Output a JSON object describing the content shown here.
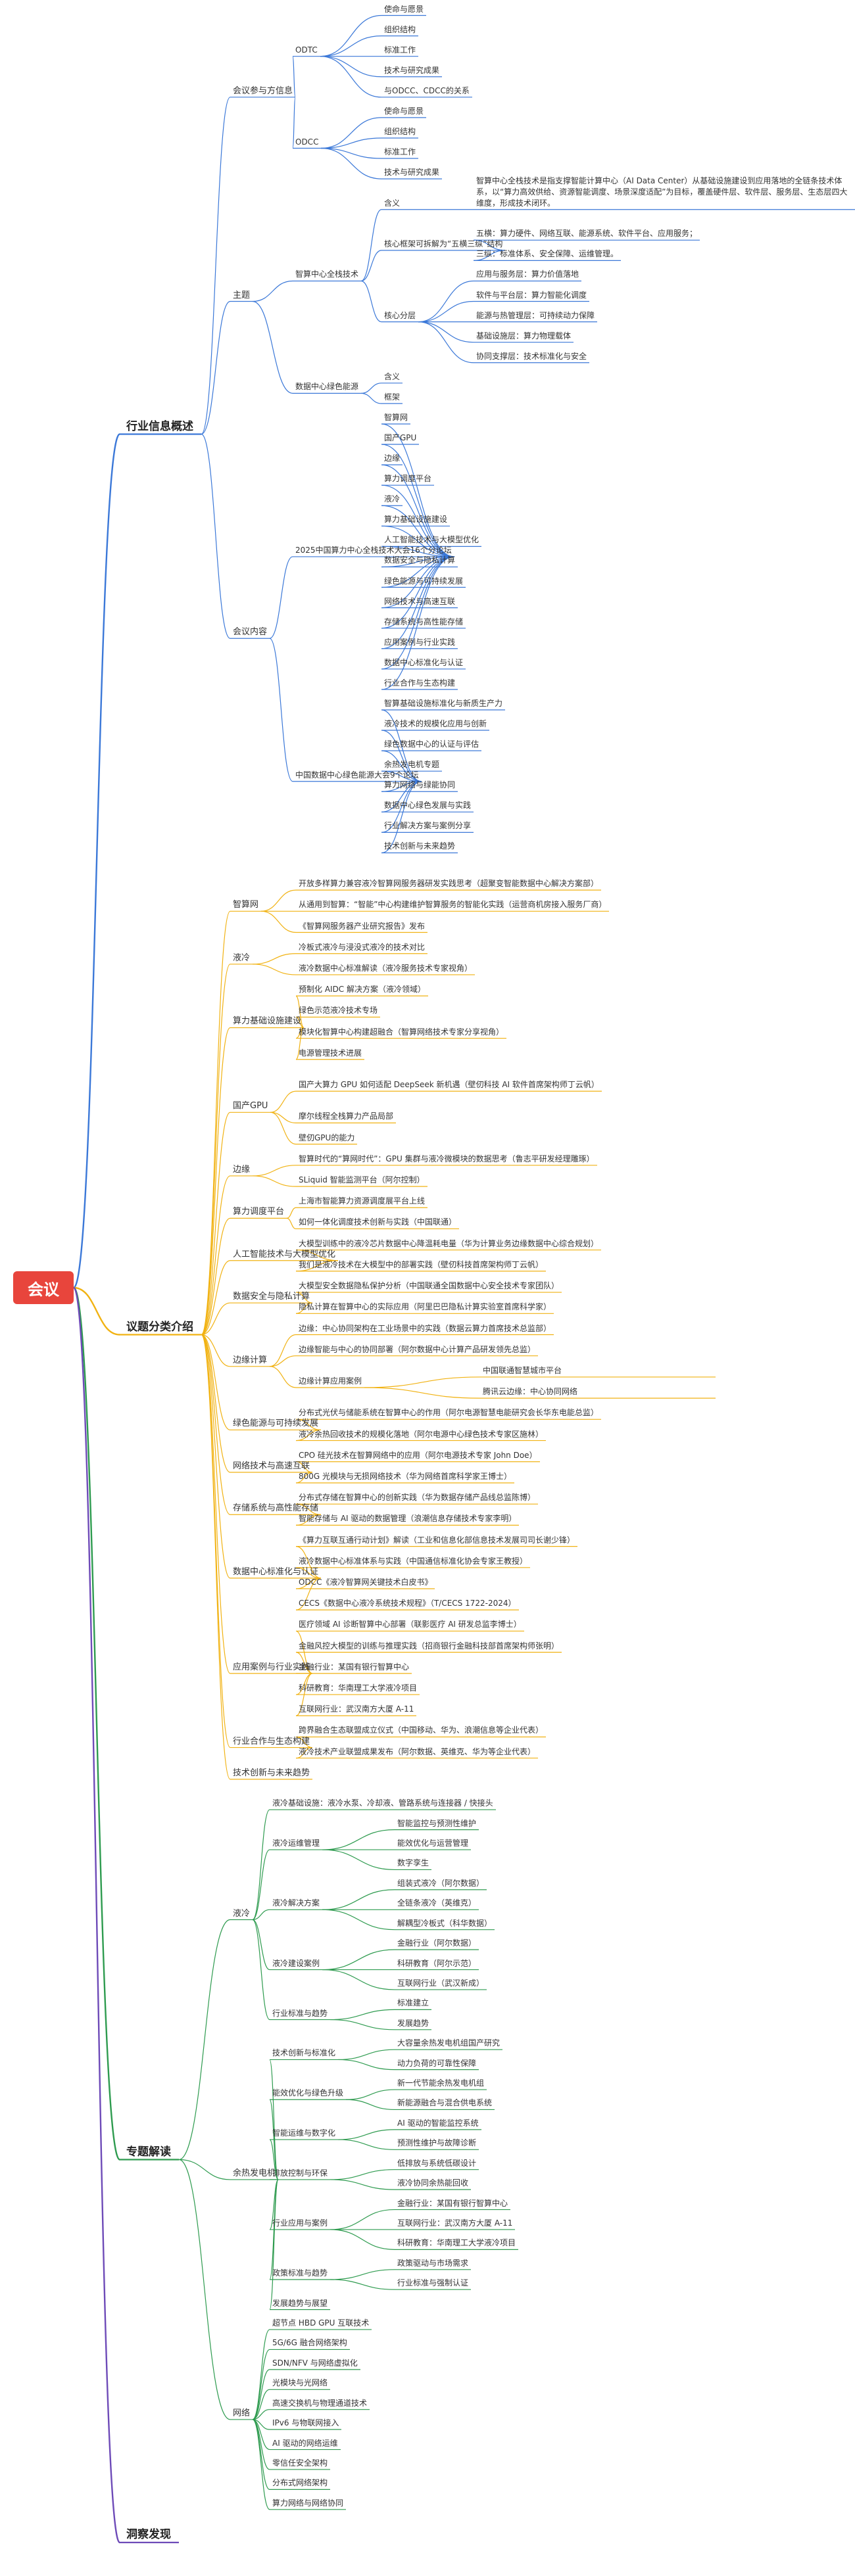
{
  "root": "会议",
  "branches": [
    {
      "id": "b1",
      "title": "行业信息概述",
      "color": "#3b78d8",
      "children": [
        {
          "t": "会议参与方信息",
          "c": [
            {
              "t": "ODTC",
              "c": [
                {
                  "t": "使命与愿景"
                },
                {
                  "t": "组织结构"
                },
                {
                  "t": "标准工作"
                },
                {
                  "t": "技术与研究成果"
                },
                {
                  "t": "与ODCC、CDCC的关系"
                }
              ]
            },
            {
              "t": "ODCC",
              "c": [
                {
                  "t": "使命与愿景"
                },
                {
                  "t": "组织结构"
                },
                {
                  "t": "标准工作"
                },
                {
                  "t": "技术与研究成果"
                }
              ]
            }
          ]
        },
        {
          "t": "主题",
          "c": [
            {
              "t": "智算中心全栈技术",
              "c": [
                {
                  "t": "含义",
                  "c": [
                    {
                      "t": "智算中心全栈技术是指支撑智能计算中心（AI Data Center）从基础设施建设到应用落地的全链条技术体系，以“算力高效供给、资源智能调度、场景深度适配”为目标，覆盖硬件层、软件层、服务层、生态层四大维度，形成技术闭环。"
                    }
                  ]
                },
                {
                  "t": "核心框架可拆解为“五横三纵”结构",
                  "c": [
                    {
                      "t": "五横：算力硬件、网络互联、能源系统、软件平台、应用服务；"
                    },
                    {
                      "t": "三纵：标准体系、安全保障、运维管理。"
                    }
                  ]
                },
                {
                  "t": "核心分层",
                  "c": [
                    {
                      "t": "应用与服务层：算力价值落地"
                    },
                    {
                      "t": "软件与平台层：算力智能化调度"
                    },
                    {
                      "t": "能源与热管理层：可持续动力保障"
                    },
                    {
                      "t": "基础设施层：算力物理载体"
                    },
                    {
                      "t": "协同支撑层：技术标准化与安全"
                    }
                  ]
                }
              ]
            },
            {
              "t": "数据中心绿色能源",
              "c": [
                {
                  "t": "含义"
                },
                {
                  "t": "框架"
                }
              ]
            }
          ]
        },
        {
          "t": "会议内容",
          "c": [
            {
              "t": "2025中国算力中心全栈技术大会16个分论坛",
              "c": [
                {
                  "t": "智算网"
                },
                {
                  "t": "国产GPU"
                },
                {
                  "t": "边缘"
                },
                {
                  "t": "算力调度平台"
                },
                {
                  "t": "液冷"
                },
                {
                  "t": "算力基础设施建设"
                },
                {
                  "t": "人工智能技术与大模型优化"
                },
                {
                  "t": "数据安全与隐私计算"
                },
                {
                  "t": "绿色能源与可持续发展"
                },
                {
                  "t": "网络技术与高速互联"
                },
                {
                  "t": "存储系统与高性能存储"
                },
                {
                  "t": "应用案例与行业实践"
                },
                {
                  "t": "数据中心标准化与认证"
                },
                {
                  "t": "行业合作与生态构建"
                }
              ]
            },
            {
              "t": "中国数据中心绿色能源大会9个论坛",
              "c": [
                {
                  "t": "智算基础设施标准化与新质生产力"
                },
                {
                  "t": "液冷技术的规模化应用与创新"
                },
                {
                  "t": "绿色数据中心的认证与评估"
                },
                {
                  "t": "余热发电机专题"
                },
                {
                  "t": "算力网络与绿能协同"
                },
                {
                  "t": "数据中心绿色发展与实践"
                },
                {
                  "t": "行业解决方案与案例分享"
                },
                {
                  "t": "技术创新与未来趋势"
                }
              ]
            }
          ]
        }
      ]
    },
    {
      "id": "b2",
      "title": "议题分类介绍",
      "color": "#f1b212",
      "children": [
        {
          "t": "智算网",
          "c": [
            {
              "t": "开放多样算力兼容液冷智算网服务器研发实践思考（超聚变智能数据中心解决方案部）"
            },
            {
              "t": "从通用到智算：“智能”中心构建维护智算服务的智能化实践（运营商机房接入服务厂商）"
            },
            {
              "t": "《智算网服务器产业研究报告》发布"
            }
          ]
        },
        {
          "t": "液冷",
          "c": [
            {
              "t": "冷板式液冷与浸没式液冷的技术对比"
            },
            {
              "t": "液冷数据中心标准解读（液冷服务技术专家视角）"
            }
          ]
        },
        {
          "t": "算力基础设施建设",
          "c": [
            {
              "t": "预制化 AIDC 解决方案（液冷领域）"
            },
            {
              "t": "绿色示范液冷技术专场"
            },
            {
              "t": "模块化智算中心构建超融合（智算网络技术专家分享视角）"
            },
            {
              "t": "电源管理技术进展"
            }
          ]
        },
        {
          "t": "国产GPU",
          "c": [
            {
              "t": "国产大算力 GPU 如何适配 DeepSeek 新机遇（壁仞科技 AI 软件首席架构师丁云帆）"
            },
            {
              "t": "摩尔线程全栈算力产品局部"
            },
            {
              "t": "壁仞GPU的能力"
            }
          ]
        },
        {
          "t": "边缘",
          "c": [
            {
              "t": "智算时代的“算网时代”：GPU 集群与液冷微模块的数据思考（鲁志平研发经理雕琢）"
            },
            {
              "t": "SLiquid 智能监测平台（阿尔控制）"
            }
          ]
        },
        {
          "t": "算力调度平台",
          "c": [
            {
              "t": "上海市智能算力资源调度展平台上线"
            },
            {
              "t": "如何一体化调度技术创新与实践（中国联通）"
            }
          ]
        },
        {
          "t": "人工智能技术与大模型优化",
          "c": [
            {
              "t": "大模型训练中的液冷芯片数据中心降温耗电量（华为计算业务边缘数据中心综合规划）"
            },
            {
              "t": "我们是液冷技术在大模型中的部署实践（壁仞科技首席架构师丁云帆）"
            }
          ]
        },
        {
          "t": "数据安全与隐私计算",
          "c": [
            {
              "t": "大模型安全数据隐私保护分析（中国联通全国数据中心安全技术专家团队）"
            },
            {
              "t": "隐私计算在智算中心的实际应用（阿里巴巴隐私计算实验室首席科学家）"
            }
          ]
        },
        {
          "t": "边缘计算",
          "c": [
            {
              "t": "边缘：中心协同架构在工业场景中的实践（数据云算力首席技术总监部）"
            },
            {
              "t": "边缘智能与中心的协同部署（阿尔数据中心计算产品研发领先总监）"
            },
            {
              "t": "边缘计算应用案例",
              "c": [
                {
                  "t": "中国联通智慧城市平台"
                },
                {
                  "t": "腾讯云边缘：中心协同网络"
                }
              ]
            }
          ]
        },
        {
          "t": "绿色能源与可持续发展",
          "c": [
            {
              "t": "分布式光伏与储能系统在智算中心的作用（阿尔电源智慧电能研究会长华东电能总监）"
            },
            {
              "t": "液冷余热回收技术的规模化落地（阿尔电源中心绿色技术专家区施林）"
            }
          ]
        },
        {
          "t": "网络技术与高速互联",
          "c": [
            {
              "t": "CPO 硅光技术在智算网络中的应用（阿尔电源技术专家 John Doe）"
            },
            {
              "t": "800G 光模块与无损网络技术（华为网络首席科学家王博士）"
            }
          ]
        },
        {
          "t": "存储系统与高性能存储",
          "c": [
            {
              "t": "分布式存储在智算中心的创新实践（华为数据存储产品线总监陈博）"
            },
            {
              "t": "智能存储与 AI 驱动的数据管理（浪潮信息存储技术专家李明）"
            }
          ]
        },
        {
          "t": "数据中心标准化与认证",
          "c": [
            {
              "t": "《算力互联互通行动计划》解读（工业和信息化部信息技术发展司司长谢少锋）"
            },
            {
              "t": "液冷数据中心标准体系与实践（中国通信标准化协会专家王教授）"
            },
            {
              "t": "ODCC《液冷智算网关键技术白皮书》"
            },
            {
              "t": "CECS《数据中心液冷系统技术规程》（T/CECS 1722-2024）"
            }
          ]
        },
        {
          "t": "应用案例与行业实践",
          "c": [
            {
              "t": "医疗领域 AI 诊断智算中心部署（联影医疗 AI 研发总监李博士）"
            },
            {
              "t": "金融风控大模型的训练与推理实践（招商银行金融科技部首席架构师张明）"
            },
            {
              "t": "金融行业：某国有银行智算中心"
            },
            {
              "t": "科研教育：华南理工大学液冷项目"
            },
            {
              "t": "互联网行业：武汉南方大厦 A-11"
            }
          ]
        },
        {
          "t": "行业合作与生态构建",
          "c": [
            {
              "t": "跨界融合生态联盟成立仪式（中国移动、华为、浪潮信息等企业代表）"
            },
            {
              "t": "液冷技术产业联盟成果发布（阿尔数据、英维克、华为等企业代表）"
            }
          ]
        },
        {
          "t": "技术创新与未来趋势"
        }
      ]
    },
    {
      "id": "b3",
      "title": "专题解读",
      "color": "#2e9b4f",
      "children": [
        {
          "t": "液冷",
          "c": [
            {
              "t": "液冷基础设施：液冷水泵、冷却液、管路系统与连接器 / 快接头"
            },
            {
              "t": "液冷运维管理",
              "c": [
                {
                  "t": "智能监控与预测性维护"
                },
                {
                  "t": "能效优化与运营管理"
                },
                {
                  "t": "数字孪生"
                }
              ]
            },
            {
              "t": "液冷解决方案",
              "c": [
                {
                  "t": "组装式液冷（阿尔数据）"
                },
                {
                  "t": "全链条液冷（英维克）"
                },
                {
                  "t": "解耦型冷板式（科华数据）"
                }
              ]
            },
            {
              "t": "液冷建设案例",
              "c": [
                {
                  "t": "金融行业（阿尔数据）"
                },
                {
                  "t": "科研教育（阿尔示范）"
                },
                {
                  "t": "互联网行业（武汉新成）"
                }
              ]
            },
            {
              "t": "行业标准与趋势",
              "c": [
                {
                  "t": "标准建立"
                },
                {
                  "t": "发展趋势"
                }
              ]
            }
          ]
        },
        {
          "t": "余热发电机",
          "c": [
            {
              "t": "技术创新与标准化",
              "c": [
                {
                  "t": "大容量余热发电机组国产研究"
                },
                {
                  "t": "动力负荷的可靠性保障"
                }
              ]
            },
            {
              "t": "能效优化与绿色升级",
              "c": [
                {
                  "t": "新一代节能余热发电机组"
                },
                {
                  "t": "新能源融合与混合供电系统"
                }
              ]
            },
            {
              "t": "智能运维与数字化",
              "c": [
                {
                  "t": "AI 驱动的智能监控系统"
                },
                {
                  "t": "预测性维护与故障诊断"
                }
              ]
            },
            {
              "t": "排放控制与环保",
              "c": [
                {
                  "t": "低排放与系统低碳设计"
                },
                {
                  "t": "液冷协同余热能回收"
                }
              ]
            },
            {
              "t": "行业应用与案例",
              "c": [
                {
                  "t": "金融行业：某国有银行智算中心"
                },
                {
                  "t": "互联网行业：武汉南方大厦 A-11"
                },
                {
                  "t": "科研教育：华南理工大学液冷项目"
                }
              ]
            },
            {
              "t": "政策标准与趋势",
              "c": [
                {
                  "t": "政策驱动与市场需求"
                },
                {
                  "t": "行业标准与强制认证"
                }
              ]
            },
            {
              "t": "发展趋势与展望"
            }
          ]
        },
        {
          "t": "网络",
          "c": [
            {
              "t": "超节点 HBD GPU 互联技术"
            },
            {
              "t": "5G/6G 融合网络架构"
            },
            {
              "t": "SDN/NFV 与网络虚拟化"
            },
            {
              "t": "光模块与光网络"
            },
            {
              "t": "高速交换机与物理通道技术"
            },
            {
              "t": "IPv6 与物联网接入"
            },
            {
              "t": "AI 驱动的网络运维"
            },
            {
              "t": "零信任安全架构"
            },
            {
              "t": "分布式网络架构"
            },
            {
              "t": "算力网络与网络协同"
            }
          ]
        }
      ]
    },
    {
      "id": "b4",
      "title": "洞察发现",
      "color": "#6e4bb8",
      "children": []
    }
  ]
}
